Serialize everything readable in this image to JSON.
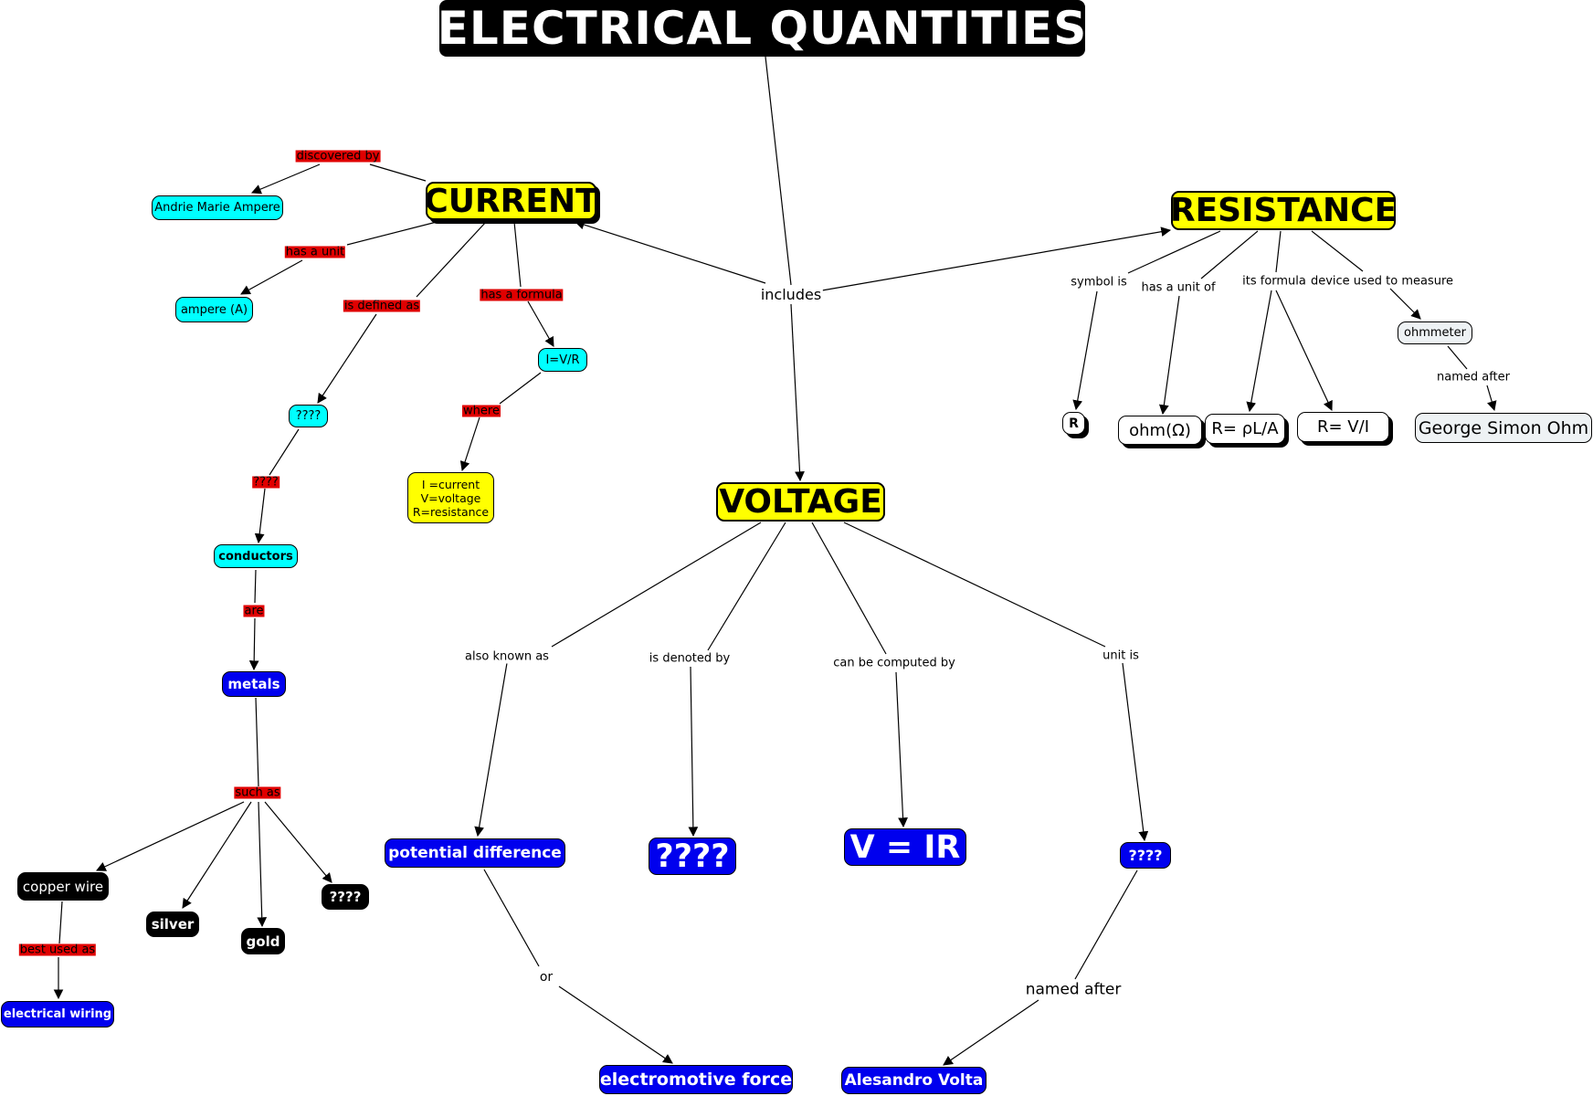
{
  "title": "ELECTRICAL QUANTITIES",
  "colors": {
    "title_bg": "#000000",
    "main_node": "#ffff00",
    "cyan_node": "#00ffff",
    "blue_node": "#0000ee",
    "link_label_red": "#e00000"
  },
  "concepts": {
    "current": "CURRENT",
    "voltage": "VOLTAGE",
    "resistance": "RESISTANCE",
    "ampere_person": "Andrie Marie Ampere",
    "ampere_unit": "ampere (A)",
    "current_def": "????",
    "current_formula": "I=V/R",
    "formula_legend_1": "I =current",
    "formula_legend_2": "V=voltage",
    "formula_legend_3": "R=resistance",
    "conductors": "conductors",
    "metals": "metals",
    "copper_wire": "copper wire",
    "silver": "silver",
    "gold": "gold",
    "metal_unknown": "????",
    "electrical_wiring": "electrical wiring",
    "potential_difference": "potential difference",
    "voltage_symbol": "????",
    "voltage_formula": "V = IR",
    "voltage_unit": "????",
    "electromotive_force": "electromotive force",
    "alesandro_volta": "Alesandro Volta",
    "resistance_symbol": "R",
    "ohm_unit": "ohm(Ω)",
    "resistivity_formula": "R= ρL/A",
    "resistance_formula": "R= V/I",
    "ohmmeter": "ohmmeter",
    "george_ohm": "George Simon Ohm"
  },
  "links": {
    "includes": "includes",
    "discovered_by": "discovered by",
    "has_a_unit": "has a unit",
    "is_defined_as": "is defined as",
    "has_a_formula": "has a formula",
    "where": "where",
    "unknown": "????",
    "are": "are",
    "such_as": "such as",
    "best_used_as": "best used as",
    "also_known_as": "also known as",
    "is_denoted_by": "is denoted by",
    "can_be_computed_by": "can be computed by",
    "unit_is": "unit is",
    "or": "or",
    "named_after_volta": "named after",
    "symbol_is": "symbol is",
    "has_a_unit_of": "has a unit of",
    "its_formula": "its formula",
    "device_used_to_measure": "device used to measure",
    "named_after_ohm": "named after"
  }
}
